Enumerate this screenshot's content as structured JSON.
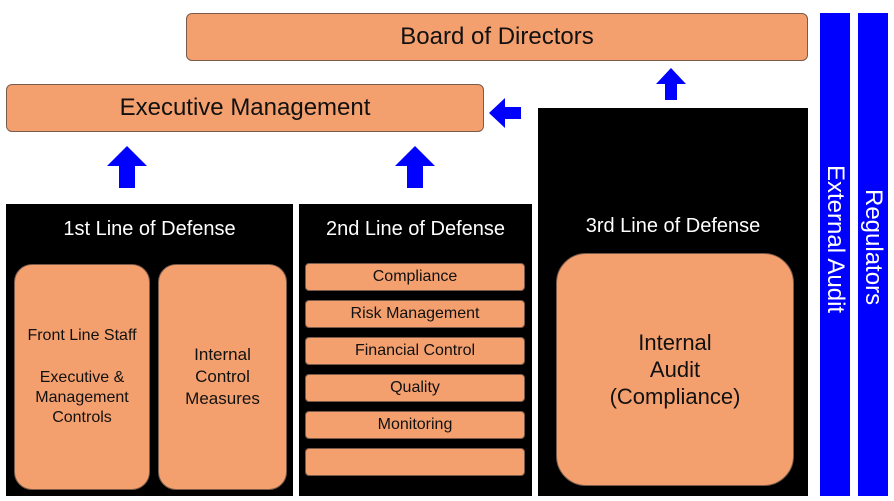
{
  "board": {
    "label": "Board of Directors"
  },
  "executive": {
    "label": "Executive Management"
  },
  "first_line": {
    "title": "1st Line of Defense",
    "left_box": {
      "line1": "Front Line Staff",
      "line2": "Executive &",
      "line3": "Management",
      "line4": "Controls"
    },
    "right_box": {
      "line1": "Internal",
      "line2": "Control",
      "line3": "Measures"
    }
  },
  "second_line": {
    "title": "2nd Line of Defense",
    "items": [
      "Compliance",
      "Risk Management",
      "Financial Control",
      "Quality",
      "Monitoring",
      ""
    ]
  },
  "third_line": {
    "title": "3rd Line of Defense",
    "box": {
      "line1": "Internal",
      "line2": "Audit",
      "line3": "(Compliance)"
    }
  },
  "external_audit": {
    "label": "External Audit"
  },
  "regulators": {
    "label": "Regulators"
  },
  "colors": {
    "box_fill": "#f4a06e",
    "arrow": "#0000ff",
    "bar": "#0000ff",
    "panel": "#000000"
  }
}
